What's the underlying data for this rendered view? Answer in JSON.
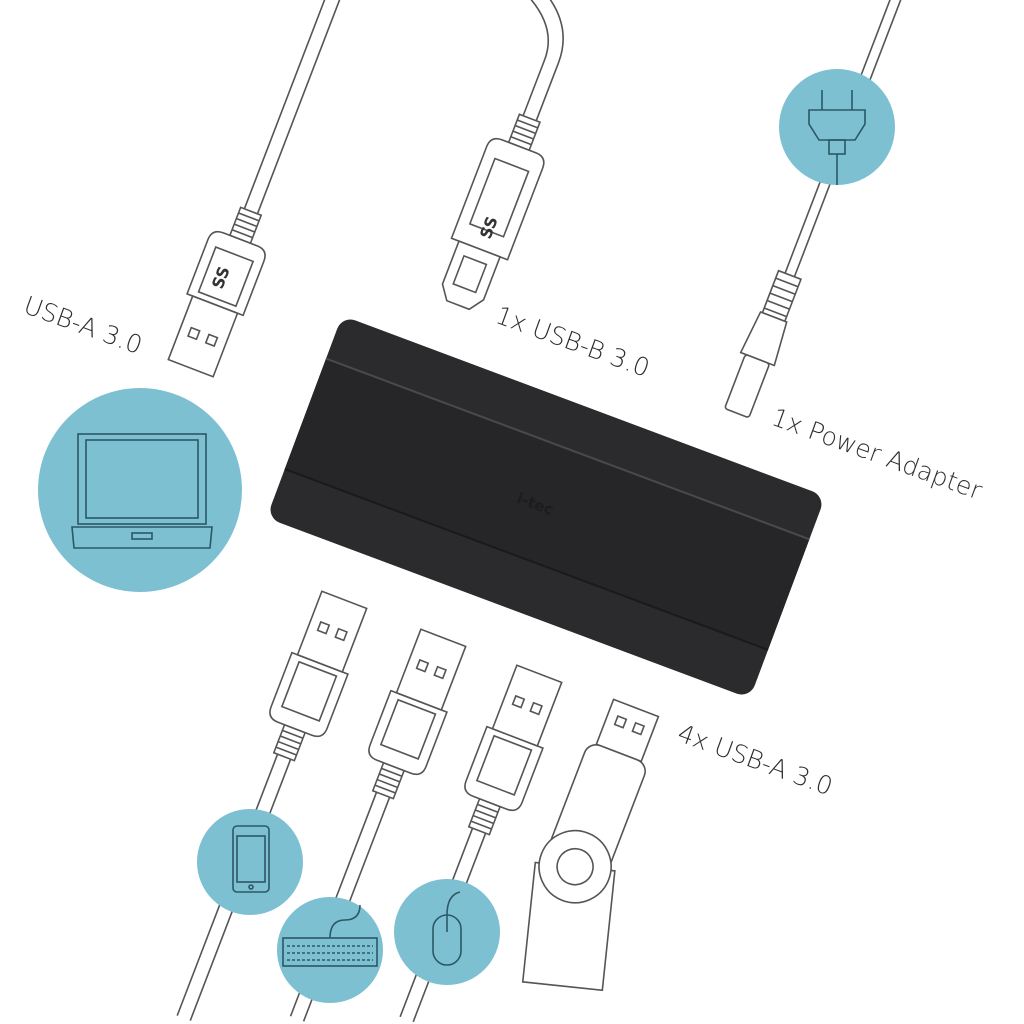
{
  "labels": {
    "usb_a_upstream": "USB-A 3.0",
    "usb_b": "1x USB-B 3.0",
    "power": "1x Power Adapter",
    "usb_a_ports": "4x USB-A 3.0"
  },
  "hub": {
    "brand_logo": "i-tec"
  },
  "plug_logo": "SS",
  "colors": {
    "accent_circle": "#7dc0d2",
    "hub_body": "#2b2b2d",
    "line": "#555555"
  },
  "icons": [
    "laptop-icon",
    "smartphone-icon",
    "keyboard-icon",
    "mouse-icon",
    "wall-plug-icon"
  ]
}
